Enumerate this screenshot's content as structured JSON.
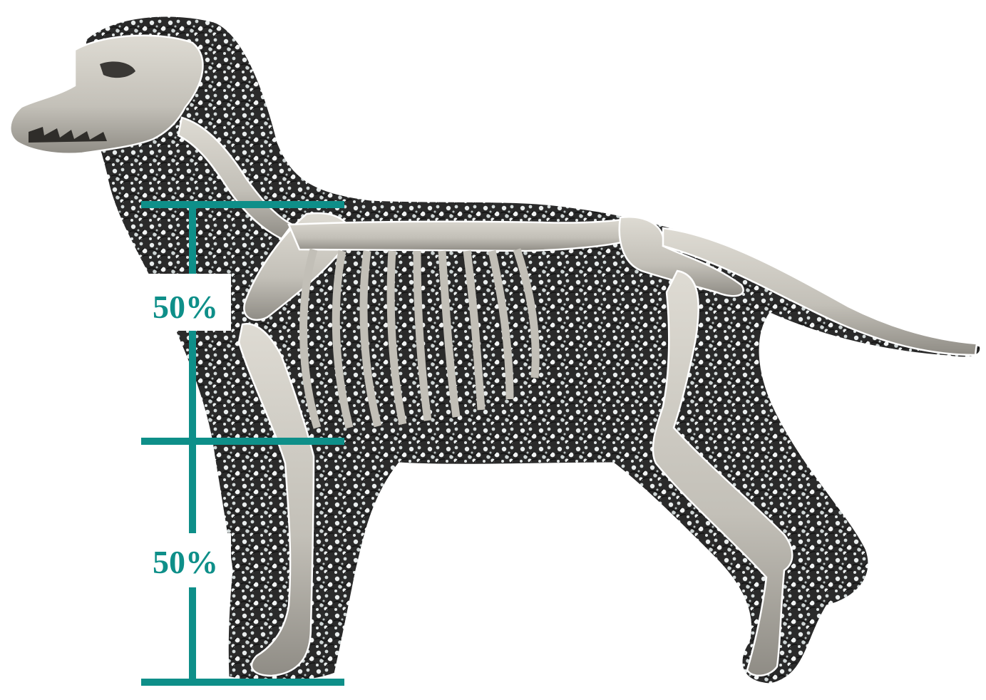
{
  "colors": {
    "measure": "#0e8f89",
    "coat_dark": "#1d1d1d",
    "coat_light": "#eef1f1",
    "bone": "#c9c6be",
    "bone_shadow": "#8d8a83"
  },
  "proportions": {
    "upper_percent": 50,
    "lower_percent": 50
  },
  "labels": {
    "upper": "50%",
    "lower": "50%"
  }
}
